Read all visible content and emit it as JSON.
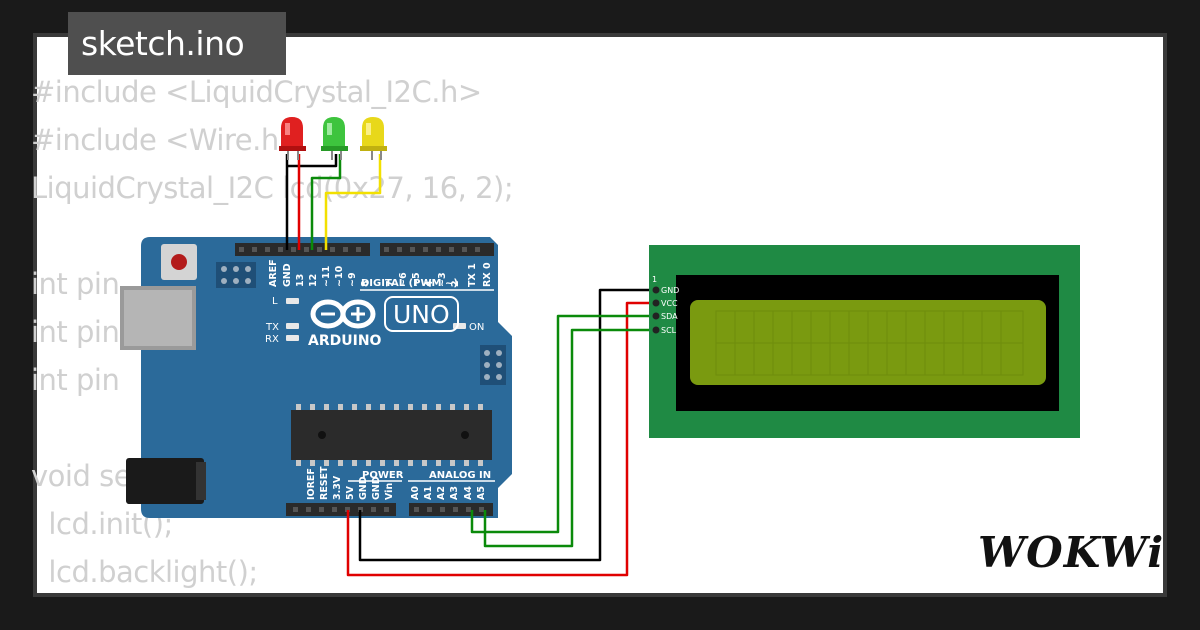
{
  "window": {
    "tab_title": "sketch.ino"
  },
  "code_lines": [
    "#include <LiquidCrystal_I2C.h>",
    "#include <Wire.h>",
    "LiquidCrystal_I2C lcd(0x27, 16, 2);",
    "",
    "int pin",
    "int pin",
    "int pin",
    "",
    "void setup() {",
    "  lcd.init();",
    "  lcd.backlight();"
  ],
  "brand": {
    "logo_text": "WOKWi"
  },
  "arduino": {
    "model": "UNO",
    "brand": "ARDUINO",
    "digital_header": "DIGITAL (PWM ~)",
    "digital_pins": [
      "AREF",
      "GND",
      "13",
      "12",
      "~11",
      "~10",
      "~9",
      "8",
      "7",
      "~6",
      "~5",
      "4",
      "~3",
      "2",
      "TX 1",
      "RX 0"
    ],
    "power_header": "POWER",
    "analog_header": "ANALOG IN",
    "power_pins": [
      "IOREF",
      "RESET",
      "3.3V",
      "5V",
      "GND",
      "GND",
      "Vin"
    ],
    "analog_pins": [
      "A0",
      "A1",
      "A2",
      "A3",
      "A4",
      "A5"
    ],
    "led_labels": {
      "l": "L",
      "tx": "TX",
      "rx": "RX",
      "on": "ON"
    }
  },
  "lcd": {
    "pin_one": "1",
    "pins": [
      "GND",
      "VCC",
      "SDA",
      "SCL"
    ]
  },
  "colors": {
    "board": "#2b6a9a",
    "lcd_pcb": "#1f8a44",
    "lcd_screen": "#7a9a10",
    "wire_red": "#e00000",
    "wire_black": "#000000",
    "wire_green": "#0a8a0a",
    "wire_yellow": "#f2e000"
  }
}
